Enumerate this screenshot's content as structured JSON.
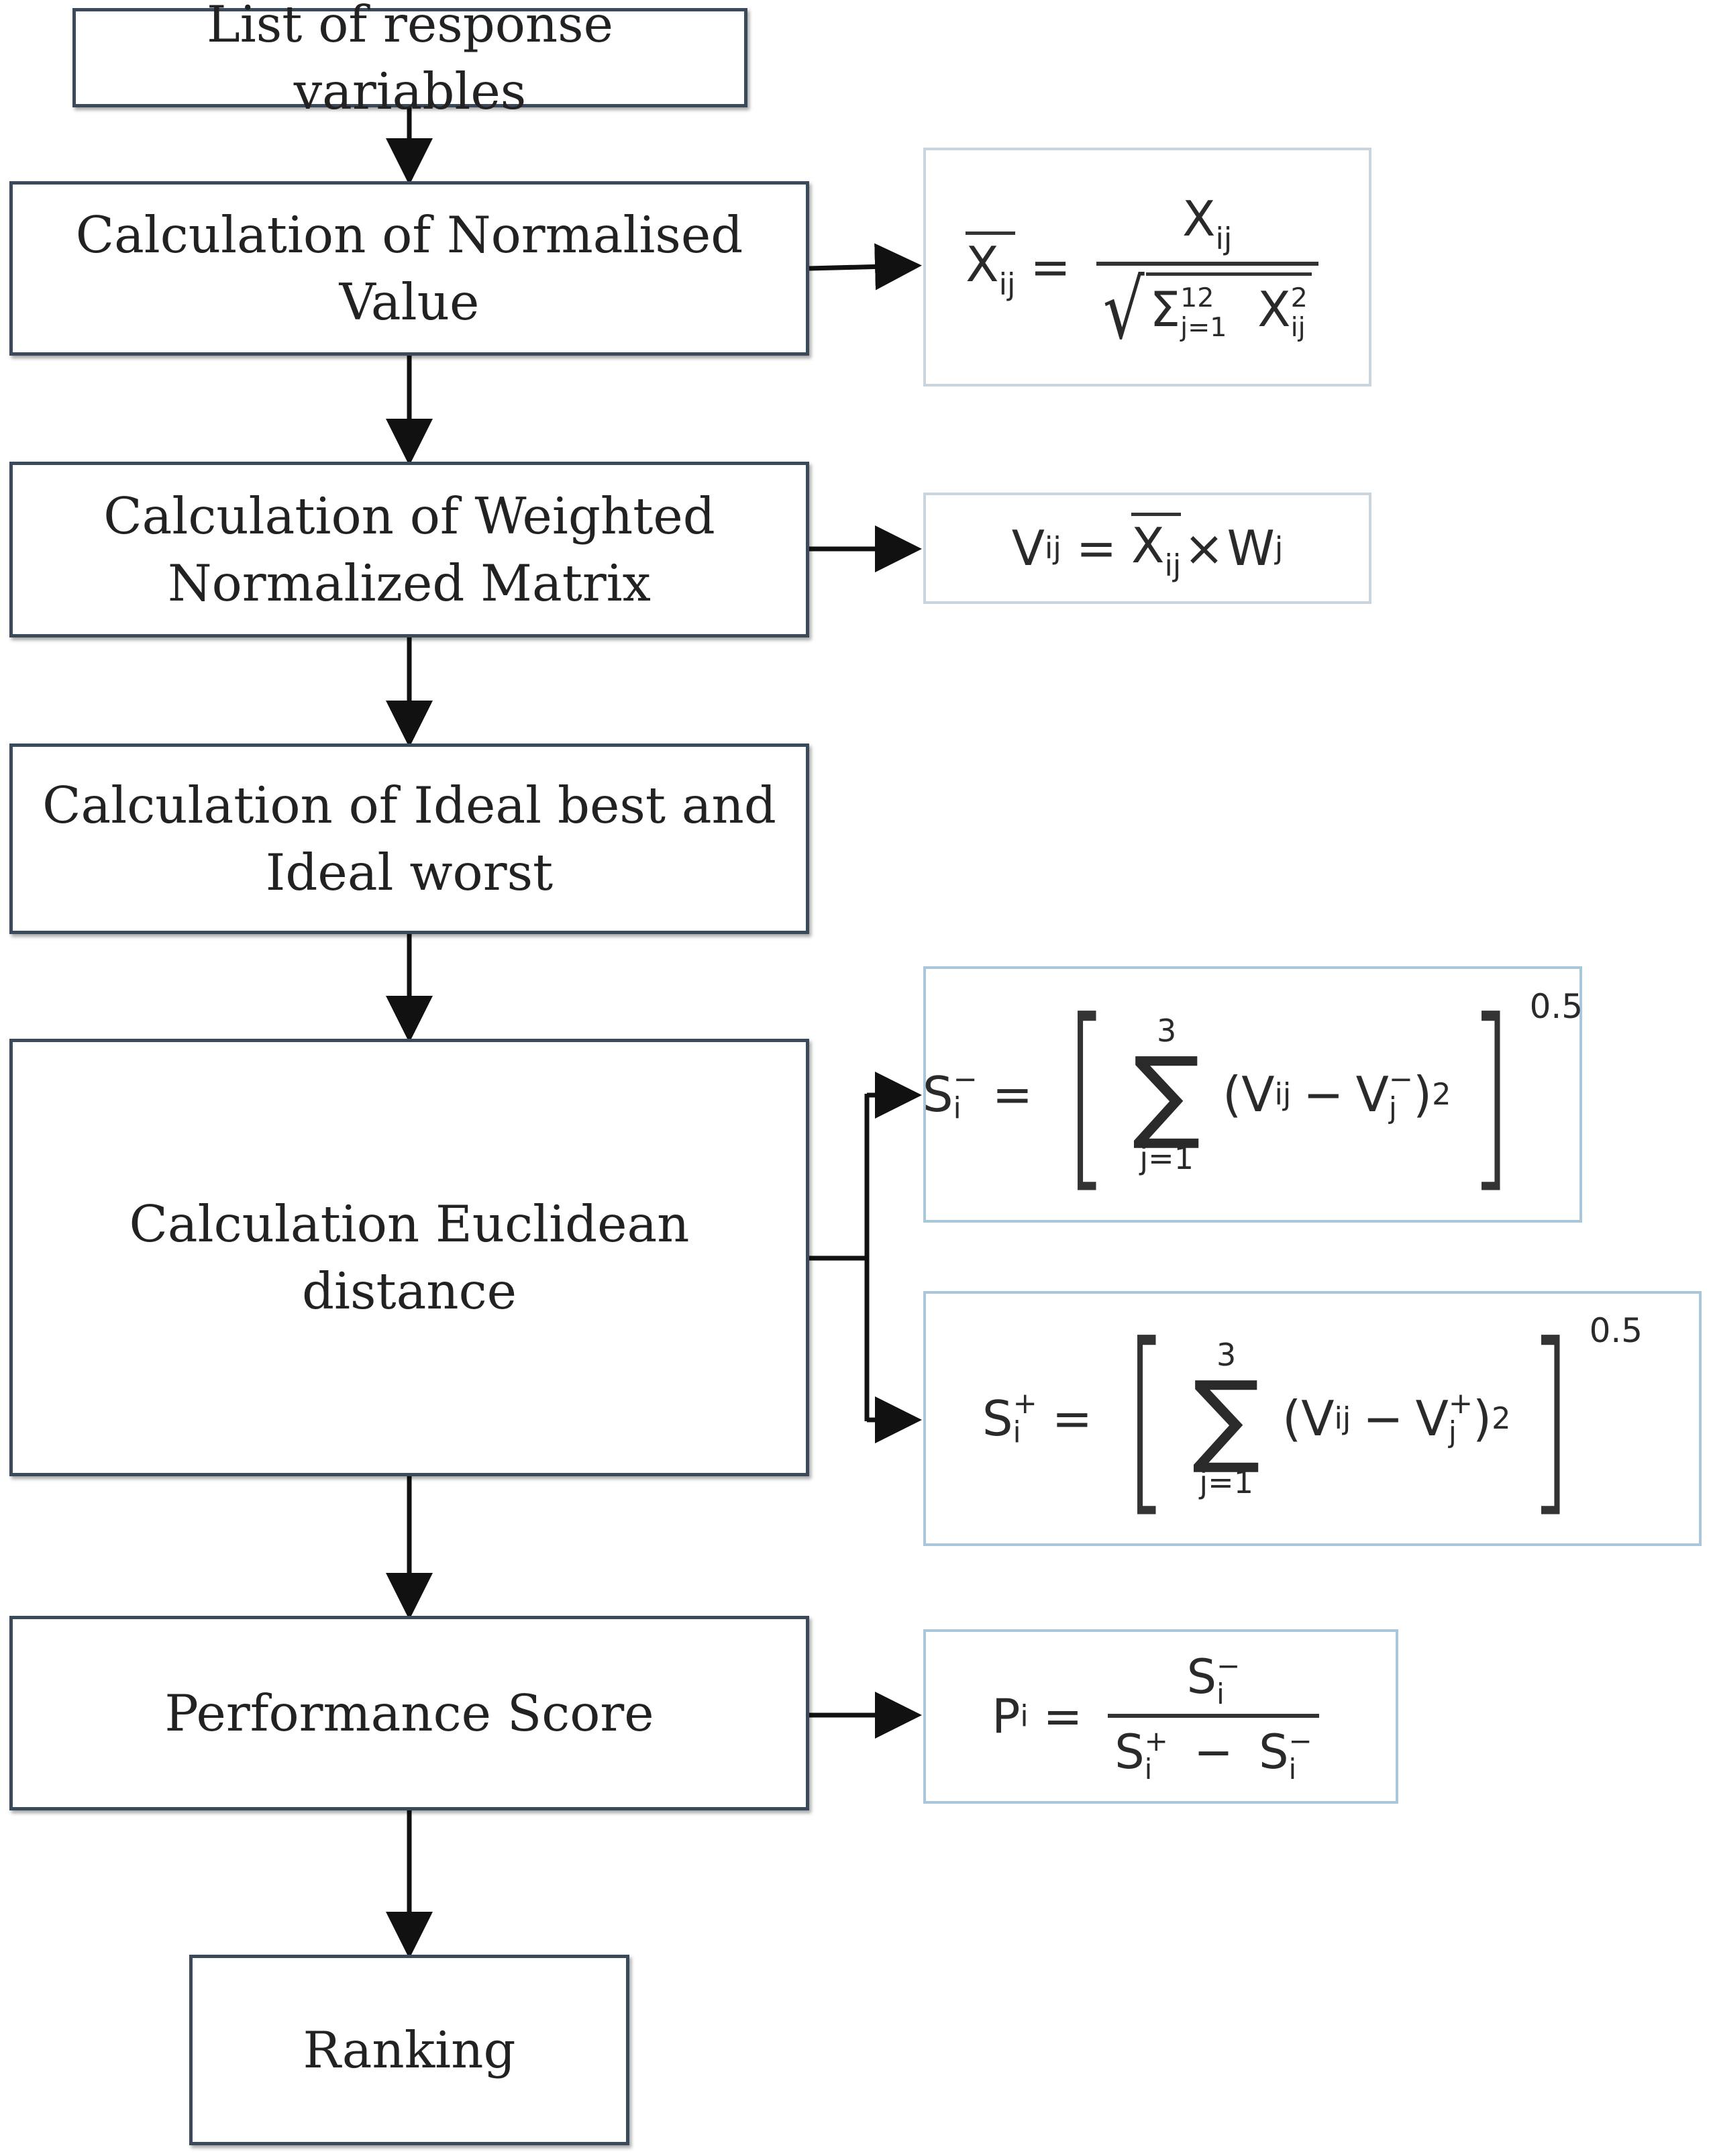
{
  "diagram": {
    "steps": [
      {
        "id": "list",
        "label": "List of response variables"
      },
      {
        "id": "norm",
        "label": "Calculation of Normalised Value"
      },
      {
        "id": "weighted",
        "label": "Calculation of Weighted Normalized Matrix"
      },
      {
        "id": "ideal",
        "label": "Calculation of Ideal best and Ideal worst"
      },
      {
        "id": "euclid",
        "label": "Calculation Euclidean distance"
      },
      {
        "id": "perf",
        "label": "Performance Score"
      },
      {
        "id": "rank",
        "label": "Ranking"
      }
    ],
    "formulas": {
      "normalised": {
        "lhs_var": "X",
        "lhs_sub": "ij",
        "eq": "=",
        "num_var": "X",
        "num_sub": "ij",
        "sigma": "Σ",
        "sum_upper": "12",
        "sum_lower": "j=1",
        "den_var": "X",
        "den_sup": "2",
        "den_sub": "ij"
      },
      "weighted": {
        "lhs_var": "V",
        "lhs_sub": "ij",
        "eq": "=",
        "x_var": "X",
        "x_sub": "ij",
        "times": "×",
        "w_var": "W",
        "w_sub": "j"
      },
      "s_minus": {
        "lhs_var": "S",
        "lhs_sub": "i",
        "lhs_sup": "−",
        "eq": "=",
        "sum_upper": "3",
        "sum_lower": "j=1",
        "sigma": "∑",
        "term": "(V",
        "term_sub": "ij",
        "minus": "−",
        "ref_var": "V",
        "ref_sub": "j",
        "ref_sup": "−",
        "close": ")",
        "square": "2",
        "power": "0.5"
      },
      "s_plus": {
        "lhs_var": "S",
        "lhs_sub": "i",
        "lhs_sup": "+",
        "eq": "=",
        "sum_upper": "3",
        "sum_lower": "j=1",
        "sigma": "∑",
        "term": "(V",
        "term_sub": "ij",
        "minus": "−",
        "ref_var": "V",
        "ref_sub": "j",
        "ref_sup": "+",
        "close": ")",
        "square": "2",
        "power": "0.5"
      },
      "performance": {
        "lhs_var": "P",
        "lhs_sub": "i",
        "eq": "=",
        "num_var": "S",
        "num_sub": "i",
        "num_sup": "−",
        "den_a_var": "S",
        "den_a_sub": "i",
        "den_a_sup": "+",
        "den_minus": "−",
        "den_b_var": "S",
        "den_b_sub": "i",
        "den_b_sup": "−"
      }
    }
  }
}
